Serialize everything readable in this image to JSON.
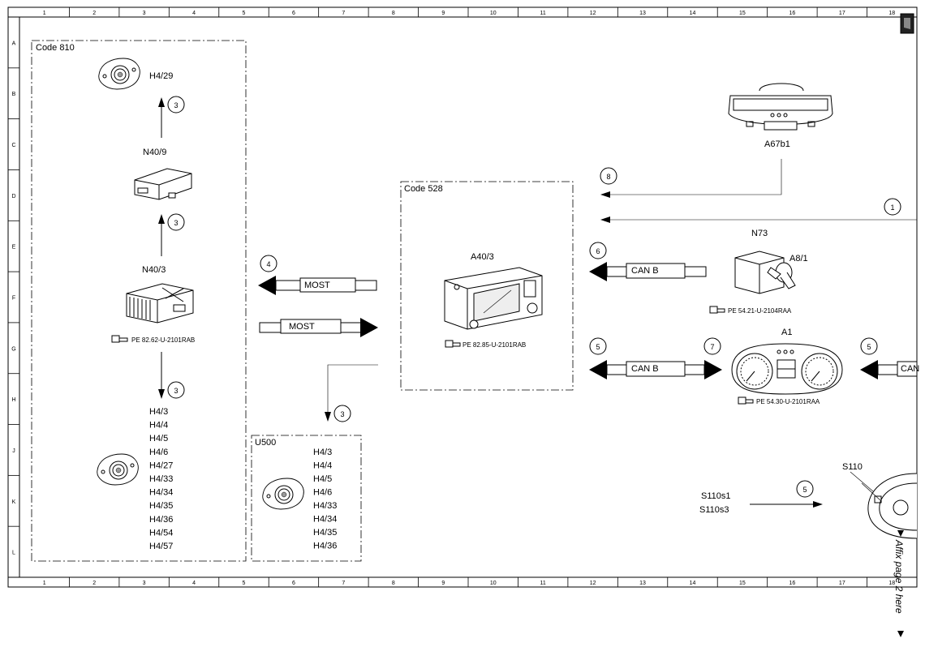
{
  "grid": {
    "columns": [
      "1",
      "2",
      "3",
      "4",
      "5",
      "6",
      "7",
      "8",
      "9",
      "10",
      "11",
      "12",
      "13",
      "14",
      "15",
      "16",
      "17",
      "18"
    ],
    "rows": [
      "A",
      "B",
      "C",
      "D",
      "E",
      "F",
      "G",
      "H",
      "J",
      "K",
      "L"
    ]
  },
  "groups": {
    "code810": "Code 810",
    "code528": "Code 528",
    "u500": "U500"
  },
  "components": {
    "h4_29": "H4/29",
    "n40_9": "N40/9",
    "n40_3": "N40/3",
    "n40_3_ref": "PE 82.62-U-2101RAB",
    "a40_3": "A40/3",
    "a40_3_ref": "PE 82.85-U-2101RAB",
    "a67b1": "A67b1",
    "n73": "N73",
    "a8_1": "A8/1",
    "n73_ref": "PE 54.21-U-2104RAA",
    "a1": "A1",
    "a1_ref": "PE 54.30-U-2101RAA",
    "s110": "S110",
    "s110s1": "S110s1",
    "s110s3": "S110s3"
  },
  "speakers_list": [
    "H4/3",
    "H4/4",
    "H4/5",
    "H4/6",
    "H4/27",
    "H4/33",
    "H4/34",
    "H4/35",
    "H4/36",
    "H4/54",
    "H4/57"
  ],
  "u500_list": [
    "H4/3",
    "H4/4",
    "H4/5",
    "H4/6",
    "H4/33",
    "H4/34",
    "H4/35",
    "H4/36"
  ],
  "bus": {
    "most_in": "MOST",
    "most_out": "MOST",
    "canb_n73": "CAN B",
    "canb_a1": "CAN B",
    "canb_right": "CAN"
  },
  "markers": {
    "m_h4_29": "3",
    "m_n40_9": "3",
    "m_speakers": "3",
    "m_u500": "3",
    "m_most": "4",
    "m_a67b1": "8",
    "m_right": "1",
    "m_n73": "6",
    "m_a1_left": "5",
    "m_a1_mid": "7",
    "m_a1_right": "5",
    "m_s110": "5"
  },
  "side_note": "Affix page 2 here"
}
